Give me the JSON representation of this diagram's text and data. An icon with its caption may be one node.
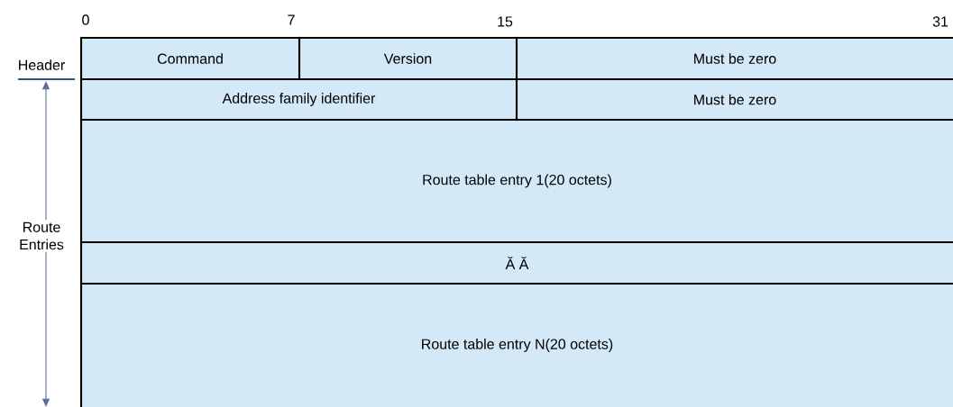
{
  "diagram": {
    "nodes": [
      {
        "text": [
          "Command"
        ]
      },
      {
        "text": [
          "Version"
        ]
      },
      {
        "text": [
          "Must be zero"
        ]
      },
      {
        "text": [
          "Address family identifier"
        ]
      },
      {
        "text": [
          "Must be zero"
        ]
      },
      {
        "text": [
          "Route table entry 1(20 octets)"
        ]
      },
      {
        "text": [
          "Ă Ă"
        ]
      },
      {
        "text": [
          "Route table entry N(20 octets)"
        ]
      }
    ],
    "labels": [
      "0",
      "7",
      "15",
      "31",
      "Header",
      "Route Entries"
    ]
  }
}
